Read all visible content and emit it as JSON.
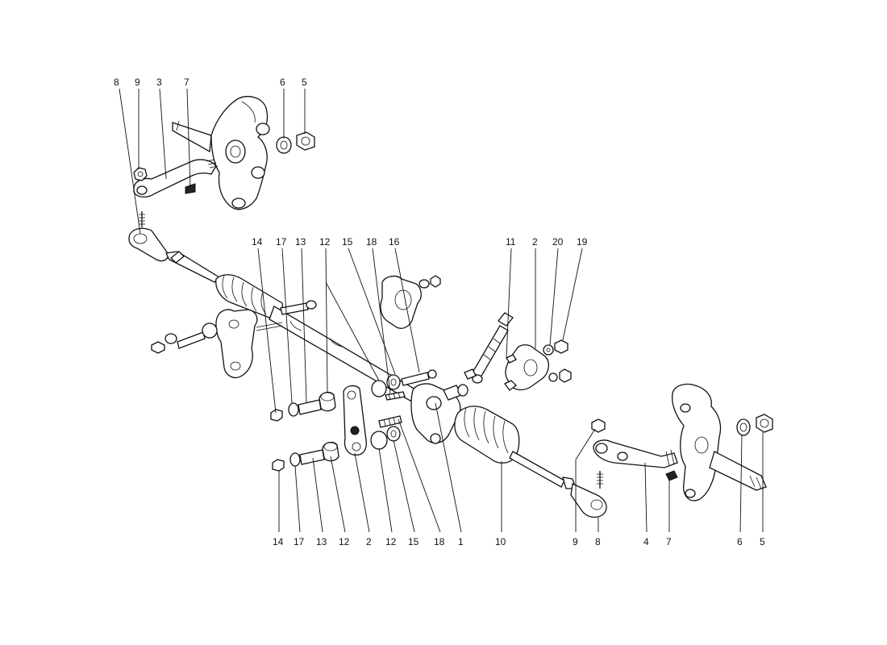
{
  "callouts": [
    {
      "id": "c1",
      "text": "8"
    },
    {
      "id": "c2",
      "text": "9"
    },
    {
      "id": "c3",
      "text": "3"
    },
    {
      "id": "c4",
      "text": "7"
    },
    {
      "id": "c5",
      "text": "6"
    },
    {
      "id": "c6",
      "text": "5"
    },
    {
      "id": "c7",
      "text": "14"
    },
    {
      "id": "c8",
      "text": "17"
    },
    {
      "id": "c9",
      "text": "13"
    },
    {
      "id": "c10",
      "text": "12"
    },
    {
      "id": "c11",
      "text": "15"
    },
    {
      "id": "c12",
      "text": "18"
    },
    {
      "id": "c13",
      "text": "16"
    },
    {
      "id": "c14",
      "text": "11"
    },
    {
      "id": "c15",
      "text": "2"
    },
    {
      "id": "c16",
      "text": "20"
    },
    {
      "id": "c17",
      "text": "19"
    },
    {
      "id": "c18",
      "text": "14"
    },
    {
      "id": "c19",
      "text": "17"
    },
    {
      "id": "c20",
      "text": "13"
    },
    {
      "id": "c21",
      "text": "12"
    },
    {
      "id": "c22",
      "text": "2"
    },
    {
      "id": "c23",
      "text": "12"
    },
    {
      "id": "c24",
      "text": "15"
    },
    {
      "id": "c25",
      "text": "18"
    },
    {
      "id": "c26",
      "text": "1"
    },
    {
      "id": "c27",
      "text": "10"
    },
    {
      "id": "c28",
      "text": "9"
    },
    {
      "id": "c29",
      "text": "8"
    },
    {
      "id": "c30",
      "text": "4"
    },
    {
      "id": "c31",
      "text": "7"
    },
    {
      "id": "c32",
      "text": "6"
    },
    {
      "id": "c33",
      "text": "5"
    }
  ]
}
